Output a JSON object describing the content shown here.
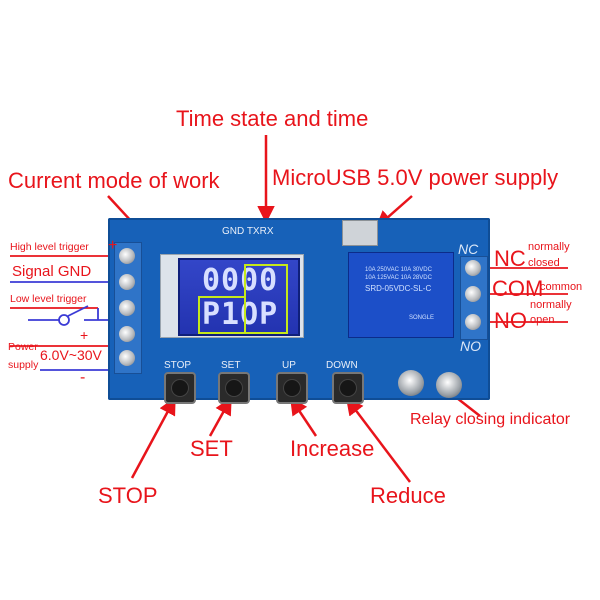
{
  "annotations": {
    "time_state": "Time state and time",
    "current_mode": "Current mode of work",
    "microusb": "MicroUSB 5.0V power supply",
    "high_level": "High level trigger",
    "signal_gnd": "Signal GND",
    "low_level": "Low level trigger",
    "power_supply_1": "Power",
    "power_supply_2": "supply",
    "voltage": "6.0V~30V",
    "plus": "+",
    "minus": "-",
    "nc": "NC",
    "nc_desc_1": "normally",
    "nc_desc_2": "closed",
    "com": "COM",
    "com_desc": "common",
    "no": "NO",
    "no_desc_1": "normally",
    "no_desc_2": "open",
    "relay_indicator": "Relay closing indicator",
    "stop": "STOP",
    "set": "SET",
    "increase": "Increase",
    "reduce": "Reduce"
  },
  "board": {
    "btn_stop": "STOP",
    "btn_set": "SET",
    "btn_up": "UP",
    "btn_down": "DOWN",
    "header_label": "GND TXRX",
    "silk_nc": "NC",
    "silk_no": "NO",
    "lcd_top": "0000",
    "lcd_bottom": "P1OP",
    "relay_lines": [
      "10A 250VAC 10A 30VDC",
      "10A 125VAC 10A 28VDC",
      "SRD-05VDC-SL-C",
      "SONGLE"
    ]
  },
  "colors": {
    "label_red": "#e8141b",
    "arrow_red": "#e8141b",
    "board_blue": "#1761b8",
    "lcd_blue": "#2a3bc0",
    "lcd_highlight": "#c6e81a"
  }
}
